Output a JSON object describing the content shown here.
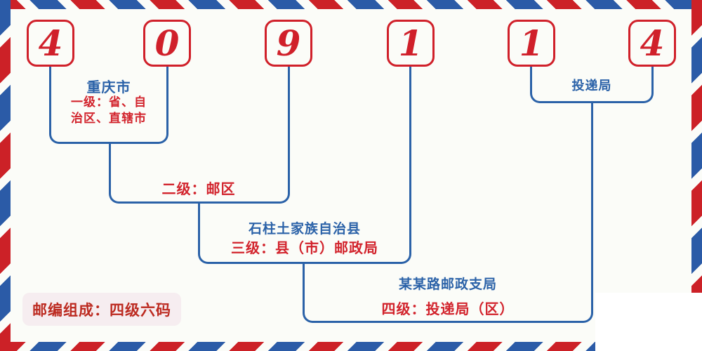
{
  "postal_code": {
    "digits": [
      "4",
      "0",
      "9",
      "1",
      "1",
      "4"
    ]
  },
  "annotations": {
    "level1": {
      "place": "重庆市",
      "desc_line1": "一级：省、自",
      "desc_line2": "治区、直辖市"
    },
    "level2": {
      "desc": "二级：邮区"
    },
    "level3": {
      "place": "石柱土家族自治县",
      "desc": "三级：县（市）邮政局"
    },
    "level4": {
      "place": "某某路邮政支局",
      "desc": "四级：投递局（区）"
    },
    "delivery_office": {
      "label": "投递局"
    }
  },
  "badge": {
    "text": "邮编组成：四级六码"
  },
  "colors": {
    "stripe_red": "#cc2127",
    "stripe_blue": "#2b5ba7",
    "digit_red": "#d0202a",
    "line_blue": "#2b62a8",
    "text_red": "#d2232c",
    "text_blue": "#2b62a8",
    "badge_bg": "#f6edf0",
    "badge_text": "#bc2a20",
    "background": "#fbfcf8"
  }
}
